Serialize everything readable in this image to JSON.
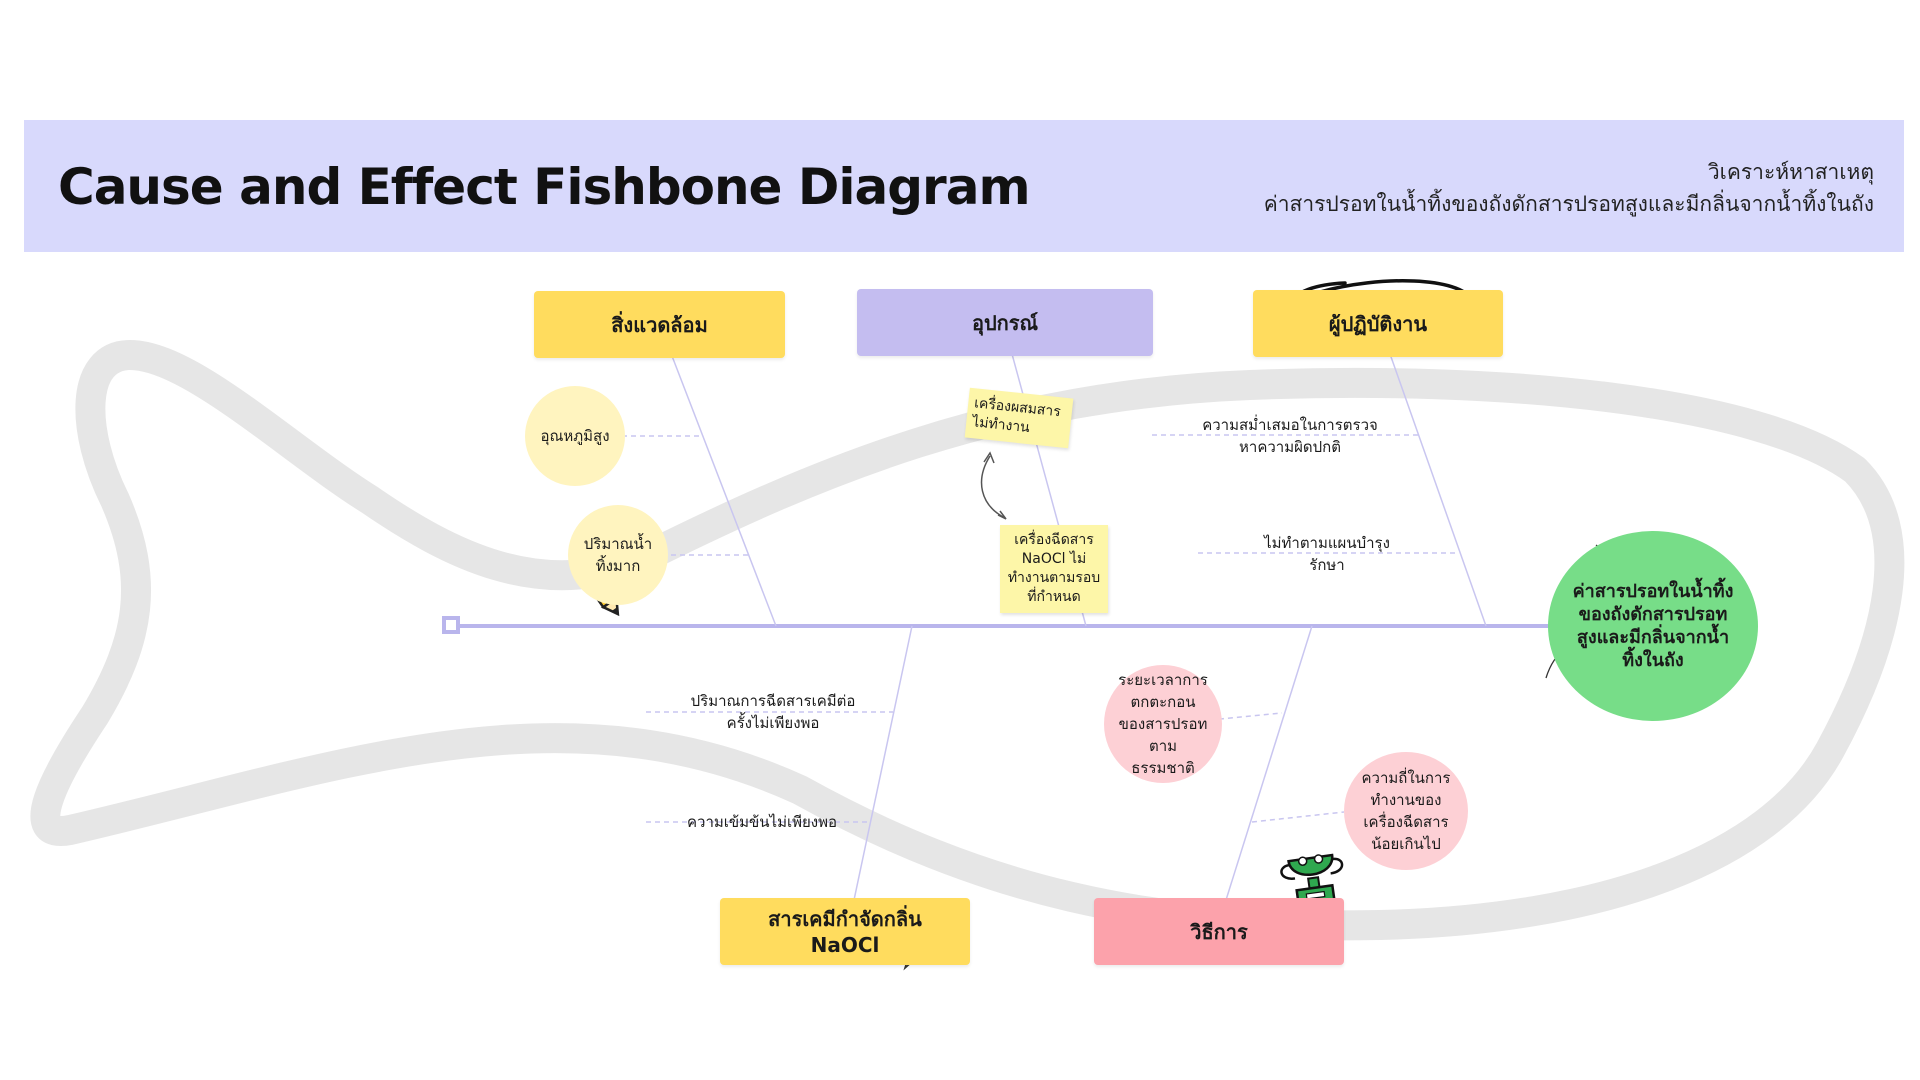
{
  "header": {
    "title": "Cause and Effect Fishbone Diagram",
    "subtitle_line1": "วิเคราะห์หาสาเหตุ",
    "subtitle_line2": "ค่าสารปรอทในน้ำทิ้งของถังดักสารปรอทสูงและมีกลิ่นจากน้ำทิ้งในถัง"
  },
  "effect": {
    "text": "ค่าสารปรอทในน้ำทิ้งของถังดักสารปรอทสูงและมีกลิ่นจากน้ำทิ้งในถัง",
    "color": "#77dd88"
  },
  "categories": {
    "environment": {
      "label": "สิ่งแวดล้อม",
      "color": "#ffdc5e",
      "causes": [
        "อุณหภูมิสูง",
        "ปริมาณน้ำทิ้งมาก"
      ]
    },
    "equipment": {
      "label": "อุปกรณ์",
      "color": "#c4bdf0",
      "causes": [
        "เครื่องผสมสารไม่ทำงาน",
        "เครื่องฉีดสาร NaOCl ไม่ทำงานตามรอบที่กำหนด"
      ]
    },
    "operator": {
      "label": "ผู้ปฏิบัติงาน",
      "color": "#ffdc5e",
      "causes": [
        "ความสม่ำเสมอในการตรวจหาความผิดปกติ",
        "ไม่ทำตามแผนบำรุงรักษา"
      ]
    },
    "chemical": {
      "label": "สารเคมีกำจัดกลิ่น NaOCl",
      "color": "#ffdc5e",
      "causes": [
        "ปริมาณการฉีดสารเคมีต่อครั้งไม่เพียงพอ",
        "ความเข้มข้นไม่เพียงพอ"
      ]
    },
    "method": {
      "label": "วิธีการ",
      "color": "#fca2ab",
      "causes": [
        "ระยะเวลาการตกตะกอนของสารปรอทตามธรรมชาติ",
        "ความถี่ในการทำงานของเครื่องฉีดสารน้อยเกินไป"
      ]
    }
  }
}
